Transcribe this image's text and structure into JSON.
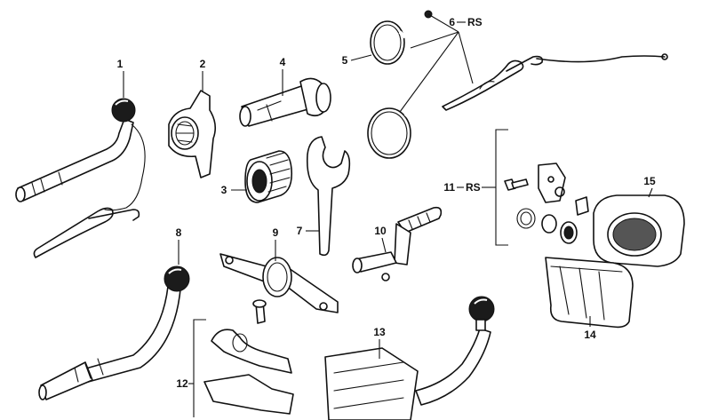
{
  "callouts": {
    "c1": "1",
    "c2": "2",
    "c3": "3",
    "c4": "4",
    "c5": "5",
    "c6": "6",
    "c6_suffix": "RS",
    "c7": "7",
    "c8": "8",
    "c9": "9",
    "c10": "10",
    "c11": "11",
    "c11_suffix": "RS",
    "c12": "12",
    "c13": "13",
    "c14": "14",
    "c15": "15"
  }
}
